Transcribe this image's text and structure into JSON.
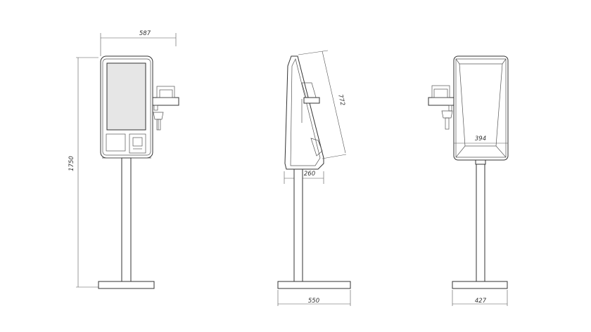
{
  "dimensions": {
    "front_width": "587",
    "total_height": "1750",
    "slant_length": "772",
    "side_depth": "260",
    "side_base_width": "550",
    "back_body_width": "394",
    "back_base_width": "427"
  },
  "colors": {
    "line": "#333333",
    "screen": "#e6e6e6",
    "background": "#ffffff"
  }
}
